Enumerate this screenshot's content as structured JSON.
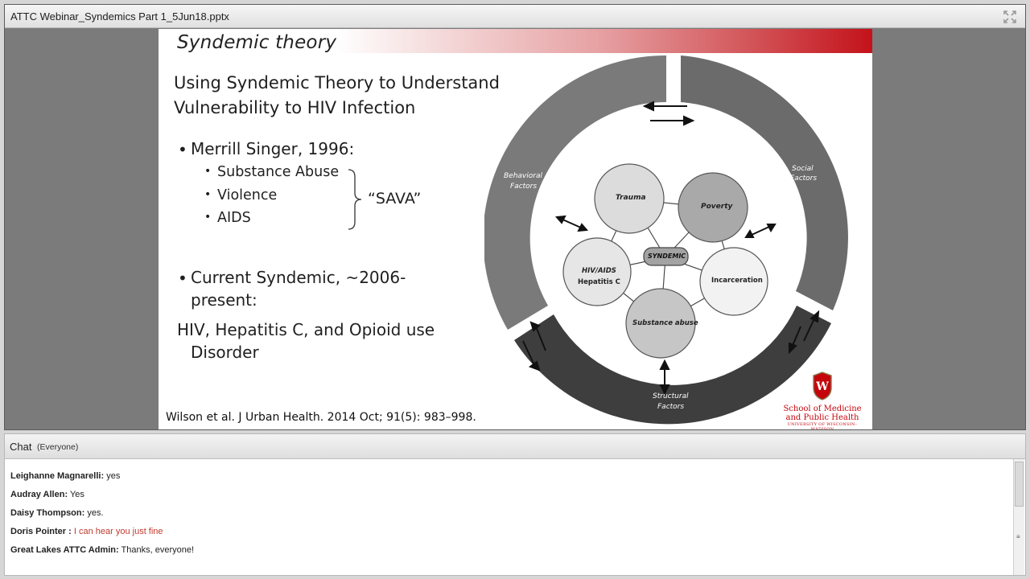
{
  "window": {
    "title": "ATTC Webinar_Syndemics Part 1_5Jun18.pptx",
    "fullscreen_icon": "expand-arrows-icon"
  },
  "slide": {
    "title": "Syndemic theory",
    "heading": "Using Syndemic Theory to Understand Vulnerability to HIV Infection",
    "bullet1": "Merrill Singer, 1996:",
    "sub_bullets": [
      "Substance Abuse",
      "Violence",
      "AIDS"
    ],
    "sava_label": "“SAVA”",
    "bullet2_line1": "Current Syndemic, ~2006-",
    "bullet2_line2": "present:",
    "statement_line1": "HIV, Hepatitis C, and Opioid use",
    "statement_line2": "Disorder",
    "citation": "Wilson et al. J Urban Health. 2014 Oct; 91(5): 983–998.",
    "diagram": {
      "outer_labels": {
        "behavioral_1": "Behavioral",
        "behavioral_2": "Factors",
        "social_1": "Social",
        "social_2": "Factors",
        "structural_1": "Structural",
        "structural_2": "Factors"
      },
      "center": "SYNDEMIC",
      "nodes": {
        "trauma": "Trauma",
        "poverty": "Poverty",
        "hiv_1": "HIV/AIDS",
        "hiv_2": "Hepatitis C",
        "incarceration": "Incarceration",
        "substance": "Substance abuse"
      }
    },
    "logo": {
      "line1": "School of Medicine",
      "line2": "and Public Health",
      "line3": "UNIVERSITY OF WISCONSIN–MADISON",
      "crest_letter": "W"
    }
  },
  "chat": {
    "title": "Chat",
    "scope": "(Everyone)",
    "messages": [
      {
        "name": "Leighanne Magnarelli:",
        "text": "yes",
        "color": "#222222"
      },
      {
        "name": "Audray  Allen:",
        "text": "Yes",
        "color": "#222222"
      },
      {
        "name": "Daisy Thompson:",
        "text": "yes.",
        "color": "#222222"
      },
      {
        "name": "Doris  Pointer :",
        "text": "I can hear you just fine",
        "color": "#c0392b"
      },
      {
        "name": "Great Lakes ATTC Admin:",
        "text": "Thanks, everyone!",
        "color": "#222222"
      }
    ]
  },
  "colors": {
    "accent_red": "#c4121a",
    "ring_light": "#777777",
    "ring_dark": "#3f3f3f"
  }
}
